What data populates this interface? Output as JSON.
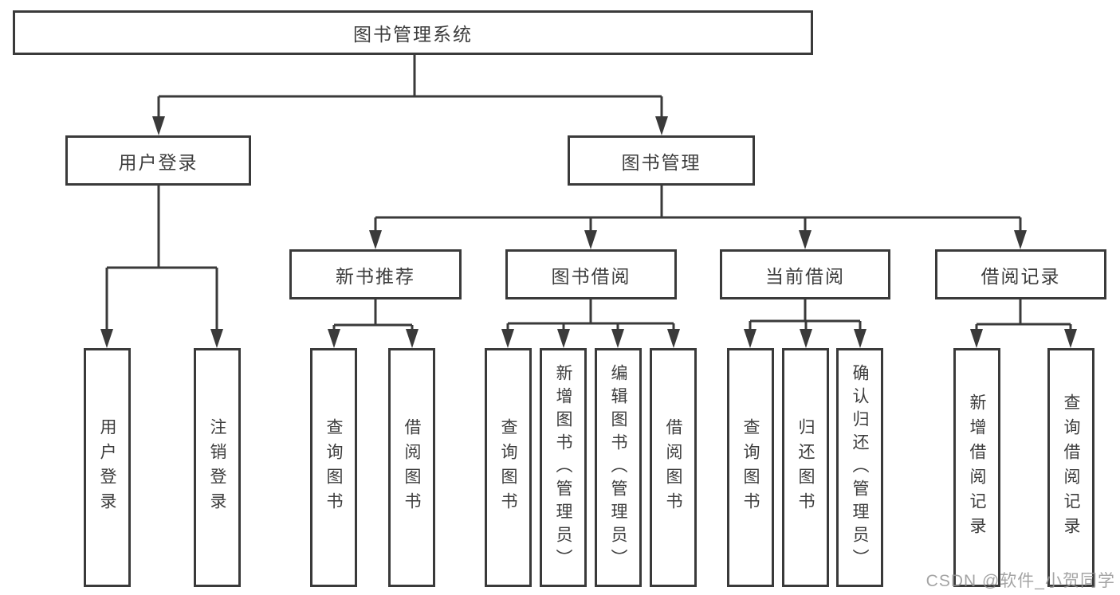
{
  "diagram": {
    "root": {
      "label": "图书管理系统"
    },
    "user_login": {
      "label": "用户登录",
      "children": [
        {
          "label": "用户登录"
        },
        {
          "label": "注销登录"
        }
      ]
    },
    "book_management": {
      "label": "图书管理",
      "sections": [
        {
          "label": "新书推荐",
          "children": [
            {
              "label": "查询图书"
            },
            {
              "label": "借阅图书"
            }
          ]
        },
        {
          "label": "图书借阅",
          "children": [
            {
              "label": "查询图书"
            },
            {
              "label": "新增图书（管理员）"
            },
            {
              "label": "编辑图书（管理员）"
            },
            {
              "label": "借阅图书"
            }
          ]
        },
        {
          "label": "当前借阅",
          "children": [
            {
              "label": "查询图书"
            },
            {
              "label": "归还图书"
            },
            {
              "label": "确认归还（管理员）"
            }
          ]
        },
        {
          "label": "借阅记录",
          "children": [
            {
              "label": "新增借阅记录"
            },
            {
              "label": "查询借阅记录"
            }
          ]
        }
      ]
    }
  },
  "watermark": {
    "text": "CSDN @软件_小贺同学"
  },
  "colors": {
    "line": "#3a3a3a",
    "text": "#3d3d3d",
    "box_background": "#ffffff",
    "page_background": "#ffffff",
    "watermark": "#949494"
  }
}
